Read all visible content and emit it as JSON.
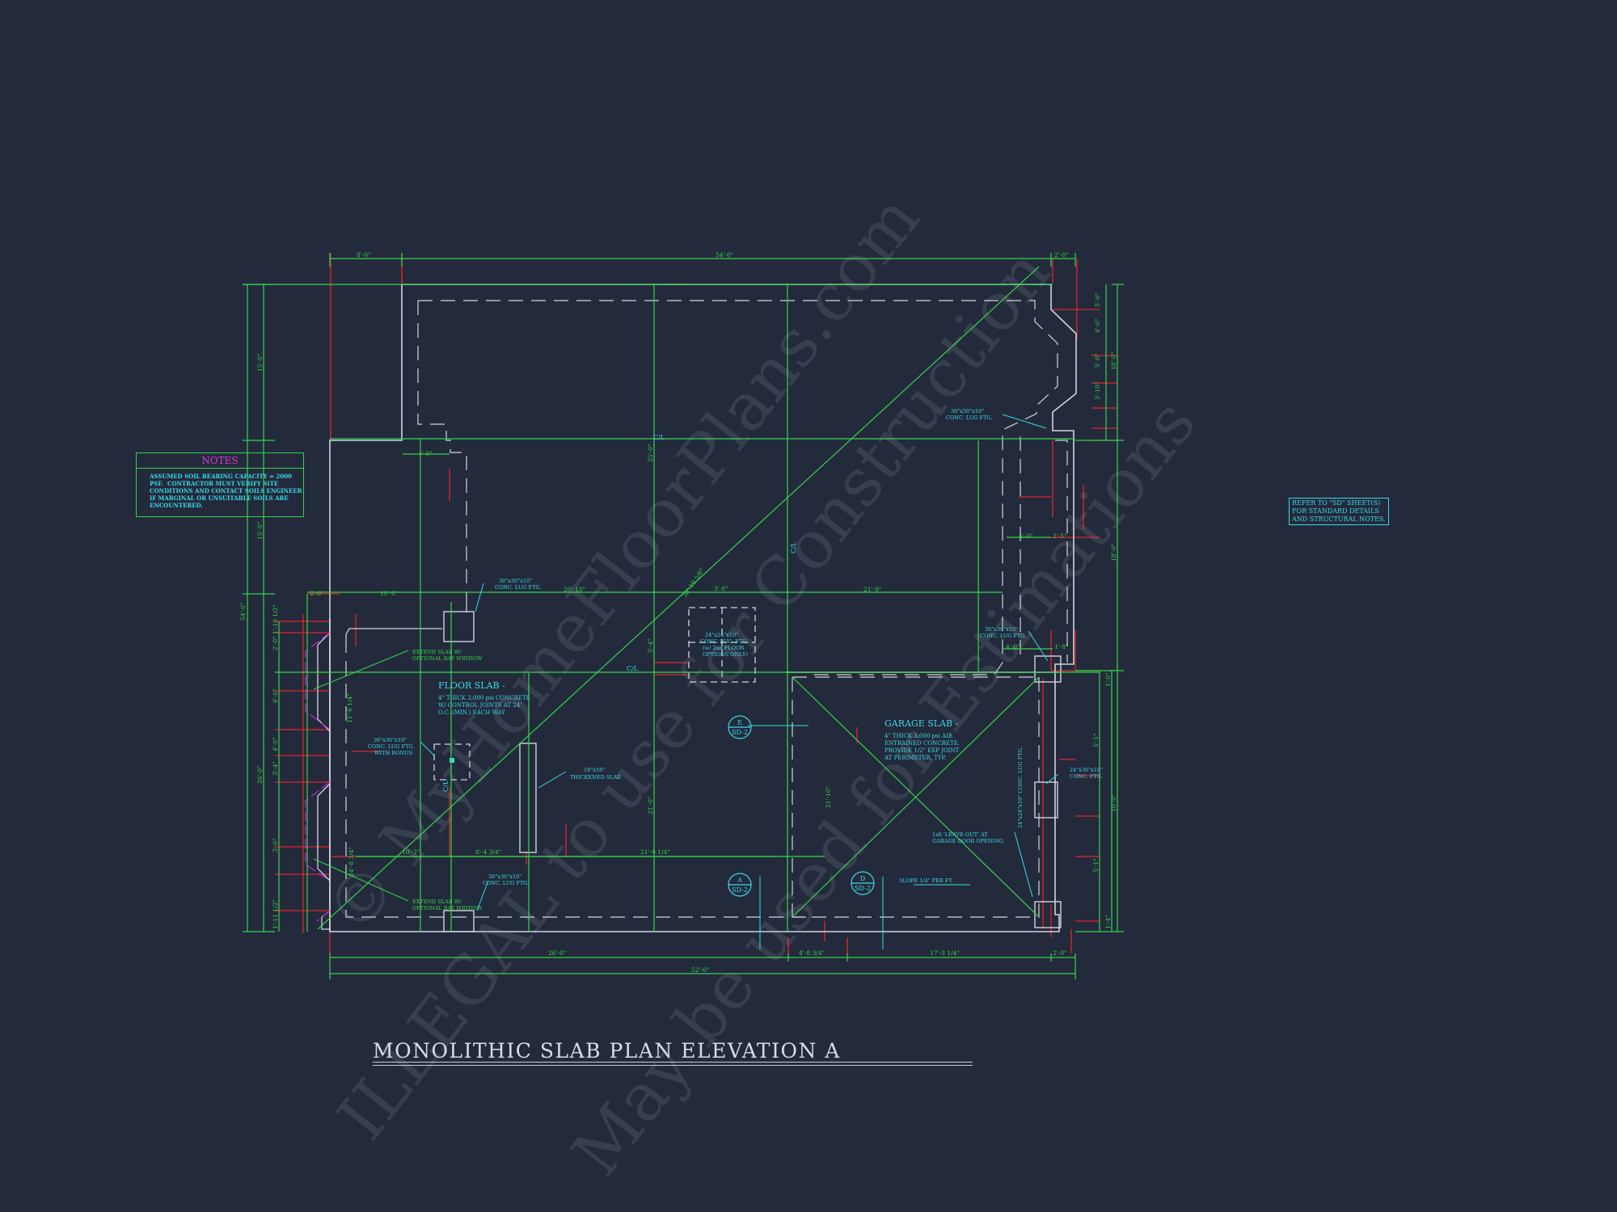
{
  "title": "MONOLITHIC  SLAB  PLAN  ELEVATION  A",
  "notes": {
    "heading": "NOTES",
    "body": "ASSUMED SOIL BEARING CAPACITY = 2000\nPSF.  CONTRACTOR MUST VERIFY SITE\nCONDITIONS AND CONTACT SOILS ENGINEER\nIF MARGINAL OR UNSUITABLE SOILS ARE\nENCOUNTERED."
  },
  "refer_note": "REFER TO \"SD\" SHEET(S)\nFOR STANDARD DETAILS\nAND STRUCTURAL NOTES.",
  "watermark": {
    "line1": "ILLEGAL to use for Construction",
    "line2": "May be used for Estimations",
    "line3": "© MyHomeFloorPlans.com"
  },
  "floor_slab": {
    "heading": "FLOOR SLAB -",
    "lines": [
      "4\" THICK 3,000 psi CONCRETE",
      "W/ CONTROL JOINTS AT 24'",
      "O.C. (MIN.) EACH WAY"
    ]
  },
  "garage_slab": {
    "heading": "GARAGE SLAB -",
    "lines": [
      "4\" THICK 3,000 psi AIR",
      "ENTRAINED CONCRETE.",
      "PROVIDE 1/2\" EXP JOINT",
      "AT PERIMETER, TYP."
    ]
  },
  "callouts": {
    "lug_top": [
      "30\"x30\"x10\"",
      "CONC. LUG FTG."
    ],
    "lug_right": [
      "30\"x30\"x10\"",
      "CONC. LUG FTG."
    ],
    "lug_center": [
      "30\"x30\"x10\"",
      "CONC. LUG FTG."
    ],
    "lug_bottom": [
      "30\"x30\"x10\"",
      "CONC. LUG FTG."
    ],
    "lug_bonus": [
      "36\"x36\"x10\"",
      "CONC. LUG FTG.",
      "WITH BONUS"
    ],
    "lug_center_pad": [
      "24\"x24\"x10\"",
      "CONC. LUG. FTG.",
      "(w/ 2nd FLOOR",
      "OPTIONS ONLY)"
    ],
    "lug_garage": [
      "24\"x36\"x10\"",
      "CONC. FTG."
    ],
    "lug_garage_vert": "24\"x24\"x10\" CONC. LUG FTG.",
    "thickened": [
      "18\"x18\"",
      "THICKENED SLAB"
    ],
    "extend_top": [
      "EXTEND SLAB W/",
      "OPTIONAL BAY WINDOW"
    ],
    "extend_bottom": [
      "EXTEND SLAB W/",
      "OPTIONAL BAY WINDOW"
    ],
    "leave_out": [
      "1x8 'LEAVE-OUT' AT",
      "GARAGE DOOR OPENING"
    ],
    "slope": "SLOPE 1/4\" PER FT.",
    "cl": "C/L"
  },
  "detail_markers": [
    {
      "letter": "E",
      "sheet": "SD-2"
    },
    {
      "letter": "A",
      "sheet": "SD-2"
    },
    {
      "letter": "D",
      "sheet": "SD-2"
    }
  ],
  "dimensions": {
    "top_left": "8'-0\"",
    "top_main": "54'-0\"",
    "top_right": "2'-0\"",
    "bottom_a": "26'-0\"",
    "bottom_b": "4'-8 3/4\"",
    "bottom_c": "17'-3 1/4\"",
    "bottom_d": "2'-0\"",
    "bottom_total": "52'-0\"",
    "notch": "4'-0\"",
    "left_total": "54'-0\"",
    "left_upper": "15'-0\"",
    "left_mid": "15'-0\"",
    "left_lower": "26'-0\"",
    "row_a": "2'-0\"",
    "row_b": "10'-0\"",
    "row_c": "20'-10\"",
    "row_d": "21'-9\"",
    "row_e": "3'-8\"",
    "row_f": "10'-2\"",
    "row_g": "8'-4 3/4\"",
    "row_h": "21'-0 1/4\"",
    "right_a": "4'-0\"",
    "right_b": "2'-5\"",
    "right_c": "4'-0\"",
    "right_d": "1'-8\"",
    "vert_a": "25'-0\"",
    "vert_b": "21'-0\"",
    "vert_c": "21'-10\"",
    "vert_d": "5'-4\"",
    "vert_e": "30'-10 5/8\"",
    "vert_f": "11'-6 1/4\"",
    "vert_g": "24'-8 3/4\"",
    "r1": "5'-0\"",
    "r2": "4'-0\"",
    "r3": "5'-0\"",
    "r4": "3'-10\"",
    "r5": "18'-0\"",
    "r6": "18'-0\"",
    "r7": "5'-1\"",
    "r8": "5'-1\"",
    "r9": "1'-4\"",
    "r10": "1'-0\"",
    "r11": "10'-0\"",
    "l1": "1'-10 1/2\"",
    "l2": "2'-0\"",
    "l3": "6'-0\"",
    "l4": "4'-0\"",
    "l5": "3'-4\"",
    "l6": "3'-0\"",
    "l7": "1'-11 1/2\""
  },
  "colors": {
    "background": "#232a3b",
    "slab_outline": "#d0d4dc",
    "dimension": "#35d44a",
    "extension": "#e0242c",
    "annotation": "#39d9e6",
    "bay": "#b22ad6"
  }
}
